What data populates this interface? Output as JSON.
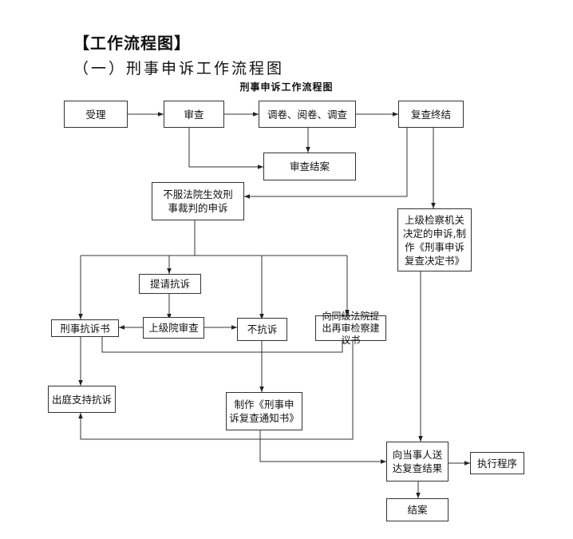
{
  "heading": "【工作流程图】",
  "subheading": "（一）刑事申诉工作流程图",
  "diagram": {
    "title": "刑事申诉工作流程图",
    "nodes": {
      "accept": "受理",
      "review": "审查",
      "investigate": "调卷、阅卷、调查",
      "review_done": "审查结案",
      "recheck_done": "复查终结",
      "unsatisfied": "不服法院生效刑\n事裁判的申诉",
      "superior_decision": "上级检察机关\n决定的申诉,制\n作《刑事申诉\n复查决定书》",
      "request_protest": "提请抗诉",
      "protest_doc": "刑事抗诉书",
      "superior_review": "上级院审查",
      "no_protest": "不抗诉",
      "retrial_suggest": "向同级法院提\n出再审检察建\n议书",
      "court_support": "出庭支持抗诉",
      "notice_doc": "制作《刑事申\n诉复查通知书》",
      "deliver_result": "向当事人送\n达复查结果",
      "execute": "执行程序",
      "close_case": "结案"
    }
  }
}
